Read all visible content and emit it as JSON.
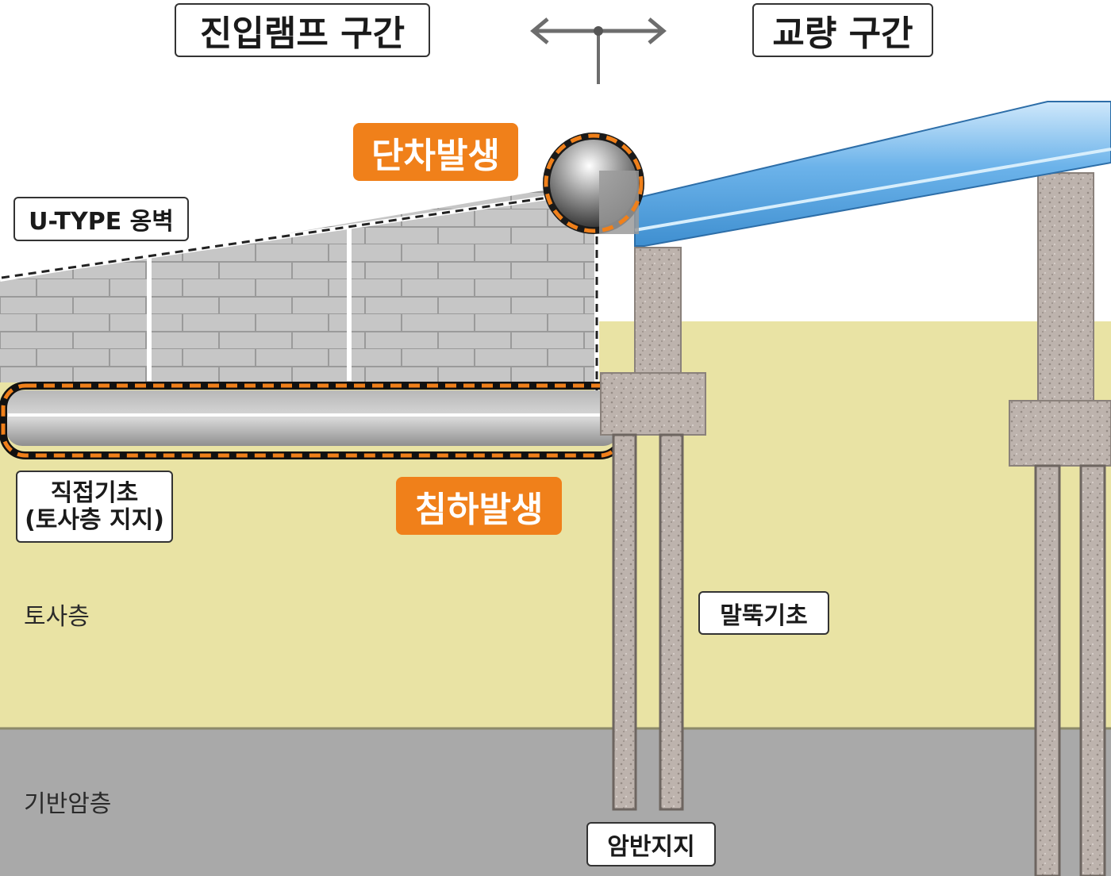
{
  "header": {
    "ramp_section": "진입램프 구간",
    "bridge_section": "교량 구간",
    "boundary_arrow_icon": "double-arrow-icon"
  },
  "callouts": {
    "step_occurrence": "단차발생",
    "settlement_occurrence": "침하발생"
  },
  "labels": {
    "u_type_wall": "U-TYPE 옹벽",
    "direct_foundation_line1": "직접기초",
    "direct_foundation_line2": "(토사층 지지)",
    "soil_layer": "토사층",
    "bedrock_layer": "기반암층",
    "pile_foundation": "말뚝기초",
    "rock_support": "암반지지"
  },
  "colors": {
    "soil": "#e9e3a4",
    "bedrock": "#a9a9a9",
    "wall": "#c4c4c4",
    "bridge_deck": "#5aa7e0",
    "concrete": "#b8aea8",
    "highlight": "#f0801a"
  }
}
